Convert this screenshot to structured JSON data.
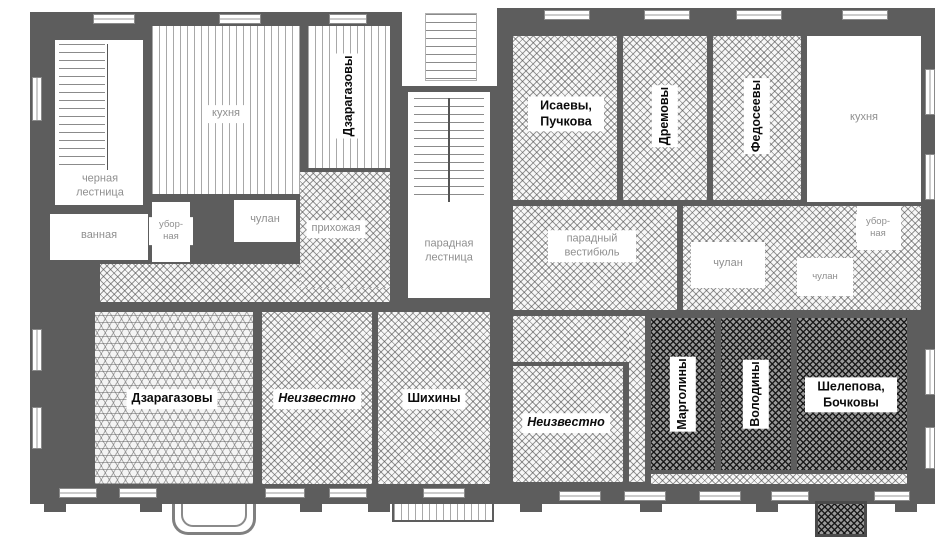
{
  "plan": {
    "colors": {
      "wall": "#5d5d5d",
      "hatch_line": "#6f6f6f",
      "dark_room_bg": "#9a9a9a",
      "dark_room_line": "#1e1e1e",
      "label_gray": "#8f8f8f",
      "family_label": "#0b0b0b"
    },
    "rooms": {
      "dzaragazovy_top": {
        "label": "Дзарагазовы"
      },
      "kitchen_left": {
        "label": "кухня"
      },
      "back_stairs": {
        "label": "черная лестница"
      },
      "bathroom": {
        "label": "ванная"
      },
      "lavatory_left": {
        "label": "убор-ная"
      },
      "closet_hall": {
        "label": "чулан"
      },
      "hallway": {
        "label": "прихожая"
      },
      "main_stairs": {
        "label": "парадная лестница"
      },
      "dzaragazovy_bottom": {
        "label": "Дзарагазовы"
      },
      "unknown_left": {
        "label": "Неизвестно"
      },
      "shikhiny": {
        "label": "Шихины"
      },
      "isaevy_puchkova": {
        "label": "Исаевы, Пучкова"
      },
      "dremovy": {
        "label": "Дремовы"
      },
      "fedoseevy": {
        "label": "Федосеевы"
      },
      "kitchen_right": {
        "label": "кухня"
      },
      "lavatory_right": {
        "label": "убор-ная"
      },
      "vestibule": {
        "label": "парадный вестибюль"
      },
      "closet_right_1": {
        "label": "чулан"
      },
      "closet_right_2": {
        "label": "чулан"
      },
      "unknown_right": {
        "label": "Неизвестно"
      },
      "margoliny": {
        "label": "Марголины"
      },
      "volodiny": {
        "label": "Володины"
      },
      "shelepova_bochkovy": {
        "label": "Шелепова, Бочковы"
      }
    }
  }
}
